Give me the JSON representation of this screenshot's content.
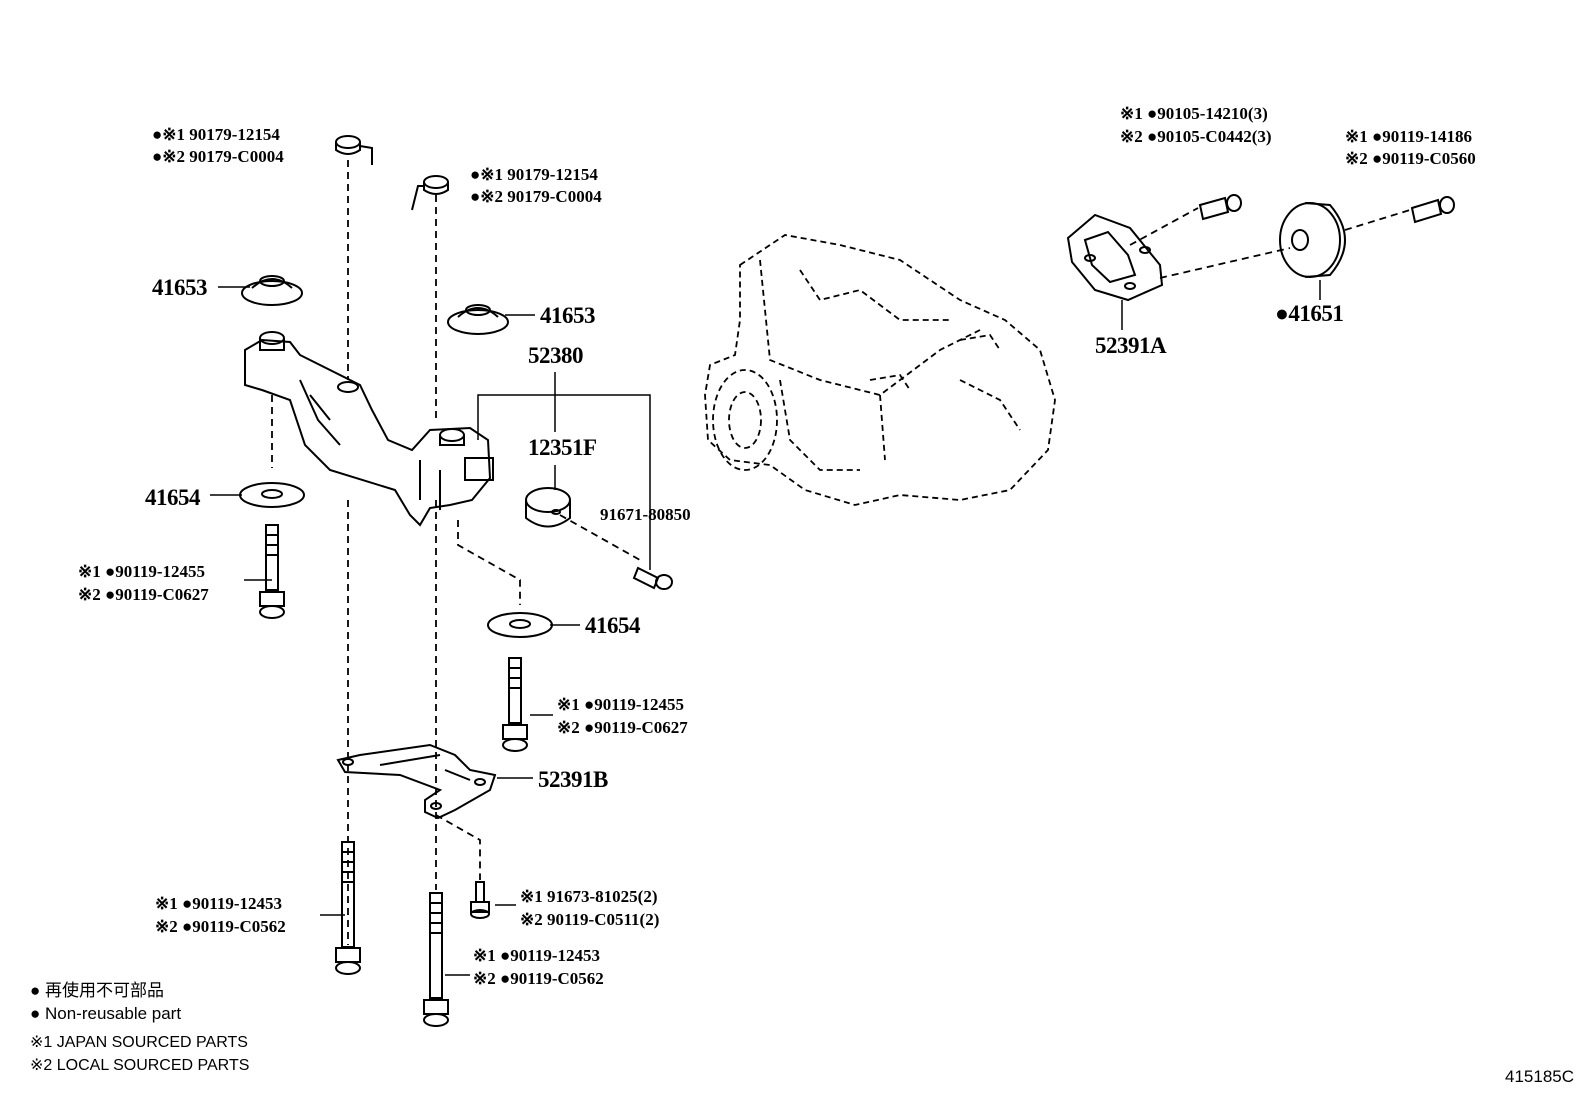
{
  "callouts": {
    "c1_line1": "●※1 90179-12154",
    "c1_line2": "●※2 90179-C0004",
    "c2_line1": "●※1 90179-12154",
    "c2_line2": "●※2 90179-C0004",
    "p41653_left": "41653",
    "p41653_right": "41653",
    "p52380": "52380",
    "p12351F": "12351F",
    "p91671": "91671-80850",
    "p41654_left": "41654",
    "p41654_right": "41654",
    "b1_line1": "※1 ●90119-12455",
    "b1_line2": "※2 ●90119-C0627",
    "b2_line1": "※1 ●90119-12455",
    "b2_line2": "※2 ●90119-C0627",
    "p52391B": "52391B",
    "b3_line1": "※1 ●90119-12453",
    "b3_line2": "※2 ●90119-C0562",
    "b4_line1": "※1 91673-81025(2)",
    "b4_line2": "※2 90119-C0511(2)",
    "b5_line1": "※1 ●90119-12453",
    "b5_line2": "※2 ●90119-C0562",
    "r1_line1": "※1 ●90105-14210(3)",
    "r1_line2": "※2 ●90105-C0442(3)",
    "r2_line1": "※1 ●90119-14186",
    "r2_line2": "※2 ●90119-C0560",
    "p52391A": "52391A",
    "p41651": "●41651"
  },
  "legend": {
    "line1": "● 再使用不可部品",
    "line2": "● Non-reusable part",
    "line3": "※1 JAPAN SOURCED PARTS",
    "line4": "※2 LOCAL SOURCED PARTS"
  },
  "figure_id": "415185C"
}
